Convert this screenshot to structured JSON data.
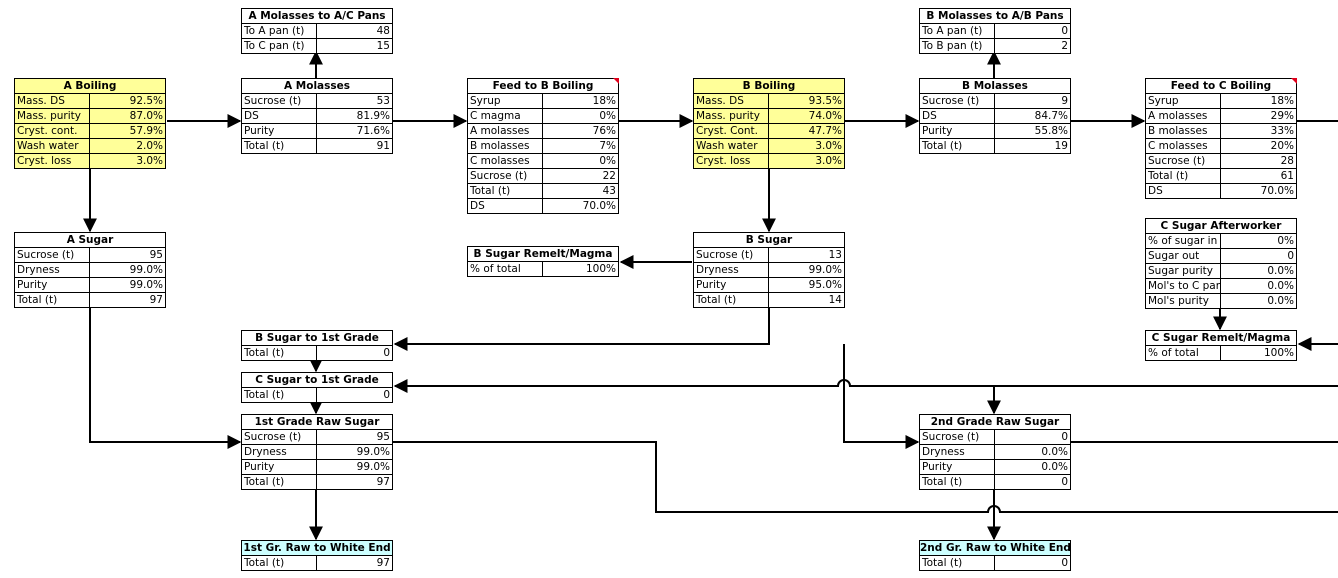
{
  "boxes": {
    "a_mol_ac": {
      "title": "A Molasses to A/C Pans",
      "rows": [
        {
          "label": "To A pan (t)",
          "value": "48"
        },
        {
          "label": "To C pan (t)",
          "value": "15"
        }
      ]
    },
    "b_mol_ab": {
      "title": "B Molasses to A/B Pans",
      "rows": [
        {
          "label": "To A pan (t)",
          "value": "0"
        },
        {
          "label": "To B pan (t)",
          "value": "2"
        }
      ]
    },
    "a_boiling": {
      "title": "A Boiling",
      "rows": [
        {
          "label": "Mass. DS",
          "value": "92.5%"
        },
        {
          "label": "Mass. purity",
          "value": "87.0%"
        },
        {
          "label": "Cryst. cont.",
          "value": "57.9%"
        },
        {
          "label": "Wash water",
          "value": "2.0%"
        },
        {
          "label": "Cryst. loss",
          "value": "3.0%"
        }
      ]
    },
    "a_molasses": {
      "title": "A Molasses",
      "rows": [
        {
          "label": "Sucrose (t)",
          "value": "53"
        },
        {
          "label": "DS",
          "value": "81.9%"
        },
        {
          "label": "Purity",
          "value": "71.6%"
        },
        {
          "label": "Total (t)",
          "value": "91"
        }
      ]
    },
    "feed_b": {
      "title": "Feed to B Boiling",
      "rows": [
        {
          "label": "Syrup",
          "value": "18%"
        },
        {
          "label": "C magma",
          "value": "0%"
        },
        {
          "label": "A molasses",
          "value": "76%"
        },
        {
          "label": "B molasses",
          "value": "7%"
        },
        {
          "label": "C molasses",
          "value": "0%"
        },
        {
          "label": "Sucrose (t)",
          "value": "22"
        },
        {
          "label": "Total (t)",
          "value": "43"
        },
        {
          "label": "DS",
          "value": "70.0%"
        }
      ]
    },
    "b_boiling": {
      "title": "B Boiling",
      "rows": [
        {
          "label": "Mass. DS",
          "value": "93.5%"
        },
        {
          "label": "Mass. purity",
          "value": "74.0%"
        },
        {
          "label": "Cryst. Cont.",
          "value": "47.7%"
        },
        {
          "label": "Wash water",
          "value": "3.0%"
        },
        {
          "label": "Cryst. loss",
          "value": "3.0%"
        }
      ]
    },
    "b_molasses": {
      "title": "B Molasses",
      "rows": [
        {
          "label": "Sucrose (t)",
          "value": "9"
        },
        {
          "label": "DS",
          "value": "84.7%"
        },
        {
          "label": "Purity",
          "value": "55.8%"
        },
        {
          "label": "Total (t)",
          "value": "19"
        }
      ]
    },
    "feed_c": {
      "title": "Feed to C Boiling",
      "rows": [
        {
          "label": "Syrup",
          "value": "18%"
        },
        {
          "label": "A molasses",
          "value": "29%"
        },
        {
          "label": "B molasses",
          "value": "33%"
        },
        {
          "label": "C molasses",
          "value": "20%"
        },
        {
          "label": "Sucrose (t)",
          "value": "28"
        },
        {
          "label": "Total (t)",
          "value": "61"
        },
        {
          "label": "DS",
          "value": "70.0%"
        }
      ]
    },
    "a_sugar": {
      "title": "A Sugar",
      "rows": [
        {
          "label": "Sucrose (t)",
          "value": "95"
        },
        {
          "label": "Dryness",
          "value": "99.0%"
        },
        {
          "label": "Purity",
          "value": "99.0%"
        },
        {
          "label": "Total (t)",
          "value": "97"
        }
      ]
    },
    "b_sugar_remelt": {
      "title": "B Sugar Remelt/Magma",
      "rows": [
        {
          "label": "% of total",
          "value": "100%"
        }
      ]
    },
    "b_sugar": {
      "title": "B Sugar",
      "rows": [
        {
          "label": "Sucrose (t)",
          "value": "13"
        },
        {
          "label": "Dryness",
          "value": "99.0%"
        },
        {
          "label": "Purity",
          "value": "95.0%"
        },
        {
          "label": "Total (t)",
          "value": "14"
        }
      ]
    },
    "c_afterworker": {
      "title": "C Sugar Afterworker",
      "rows": [
        {
          "label": "% of sugar in",
          "value": "0%"
        },
        {
          "label": "Sugar out",
          "value": "0"
        },
        {
          "label": "Sugar purity",
          "value": "0.0%"
        },
        {
          "label": "Mol's to C pan",
          "value": "0.0%"
        },
        {
          "label": "Mol's purity",
          "value": "0.0%"
        }
      ]
    },
    "c_sugar_remelt": {
      "title": "C Sugar Remelt/Magma",
      "rows": [
        {
          "label": "% of total",
          "value": "100%"
        }
      ]
    },
    "b_to_1st": {
      "title": "B Sugar to 1st Grade",
      "rows": [
        {
          "label": "Total (t)",
          "value": "0"
        }
      ]
    },
    "c_to_1st": {
      "title": "C Sugar to 1st Grade",
      "rows": [
        {
          "label": "Total (t)",
          "value": "0"
        }
      ]
    },
    "raw1": {
      "title": "1st Grade Raw Sugar",
      "rows": [
        {
          "label": "Sucrose (t)",
          "value": "95"
        },
        {
          "label": "Dryness",
          "value": "99.0%"
        },
        {
          "label": "Purity",
          "value": "99.0%"
        },
        {
          "label": "Total (t)",
          "value": "97"
        }
      ]
    },
    "raw2": {
      "title": "2nd Grade Raw Sugar",
      "rows": [
        {
          "label": "Sucrose (t)",
          "value": "0"
        },
        {
          "label": "Dryness",
          "value": "0.0%"
        },
        {
          "label": "Purity",
          "value": "0.0%"
        },
        {
          "label": "Total (t)",
          "value": "0"
        }
      ]
    },
    "raw1_we": {
      "title": "1st Gr. Raw to White End",
      "rows": [
        {
          "label": "Total (t)",
          "value": "97"
        }
      ]
    },
    "raw2_we": {
      "title": "2nd Gr. Raw to White End",
      "rows": [
        {
          "label": "Total (t)",
          "value": "0"
        }
      ]
    }
  },
  "colors": {
    "input_fill": "#ffff99",
    "output_fill": "#ccffff",
    "comment_marker": "#e0001b"
  }
}
